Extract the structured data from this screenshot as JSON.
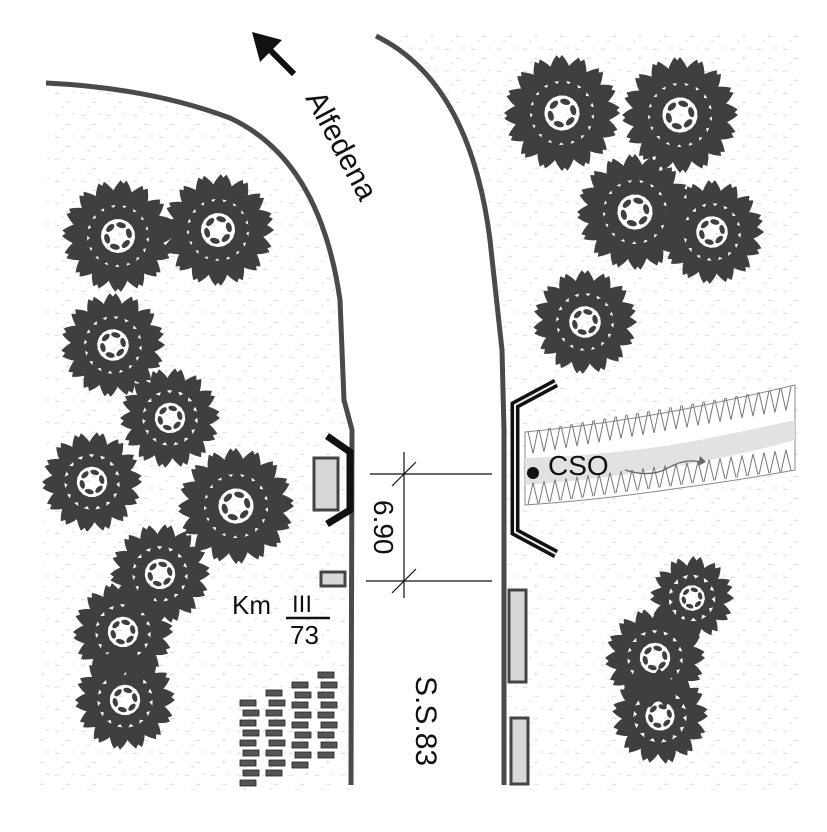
{
  "labels": {
    "road_name": "Alfedena",
    "road_code": "S.S.83",
    "width_value": "6.90",
    "km_prefix": "Km",
    "km_numerator": "III",
    "km_denominator": "73",
    "culvert": "CSO"
  },
  "colors": {
    "road_edge": "#4a4a4a",
    "tree_fill": "#3f3f3f",
    "ground_speckle": "#cfcfcf",
    "stream_fill": "#e2e2e2",
    "post_fill": "#d8d8d8",
    "wall_fill": "#1a1a1a"
  },
  "icons": {
    "direction": "arrow-up-left-icon",
    "tree": "tree-canopy-icon"
  }
}
